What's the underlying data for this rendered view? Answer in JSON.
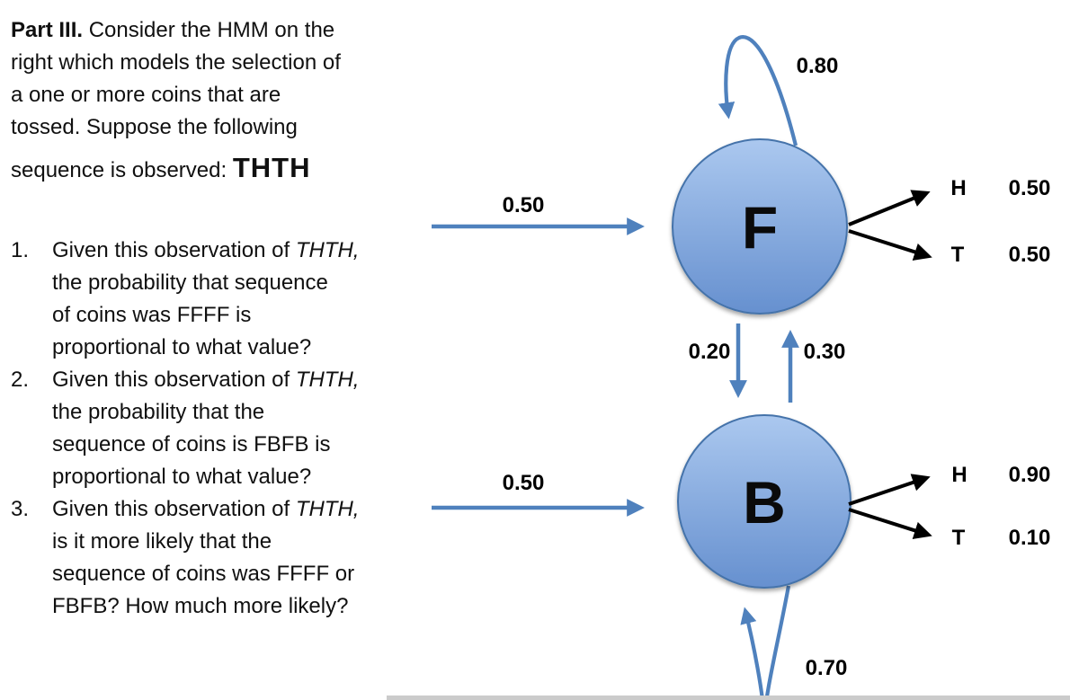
{
  "intro": {
    "lead": "Part III.",
    "line1_rest": " Consider the HMM on the",
    "line2": "right which models the selection of",
    "line3": "a one or more coins that are",
    "line4": "tossed. Suppose the following",
    "line5_prefix": "sequence is observed: ",
    "sequence": "THTH"
  },
  "questions": [
    {
      "number": "1.",
      "lead": "Given this observation of ",
      "lead_italic": "THTH,",
      "line2": "the probability that sequence",
      "line3": "of coins was FFFF is",
      "line4": "proportional to what value?"
    },
    {
      "number": "2.",
      "lead": "Given this observation of ",
      "lead_italic": "THTH,",
      "line2": "the probability that the",
      "line3": "sequence of coins is FBFB is",
      "line4": "proportional to what value?"
    },
    {
      "number": "3.",
      "lead": "Given this observation of ",
      "lead_italic": "THTH,",
      "line2": "is it more likely that the",
      "line3": "sequence of coins was FFFF or",
      "line4": "FBFB? How much more likely?"
    }
  ],
  "diagram": {
    "state_f": {
      "label": "F",
      "start_prob": "0.50",
      "self_loop_prob": "0.80",
      "emissions": [
        {
          "symbol": "H",
          "prob": "0.50"
        },
        {
          "symbol": "T",
          "prob": "0.50"
        }
      ]
    },
    "state_b": {
      "label": "B",
      "start_prob": "0.50",
      "self_loop_prob": "0.70",
      "emissions": [
        {
          "symbol": "H",
          "prob": "0.90"
        },
        {
          "symbol": "T",
          "prob": "0.10"
        }
      ]
    },
    "transitions": {
      "f_to_b": "0.20",
      "b_to_f": "0.30"
    },
    "colors": {
      "arrow_blue": "#4f81bd",
      "node_fill_top": "#abc8ef",
      "node_fill_bottom": "#6690cf",
      "node_border": "#4473aa",
      "emission_arrow": "#000000"
    }
  }
}
